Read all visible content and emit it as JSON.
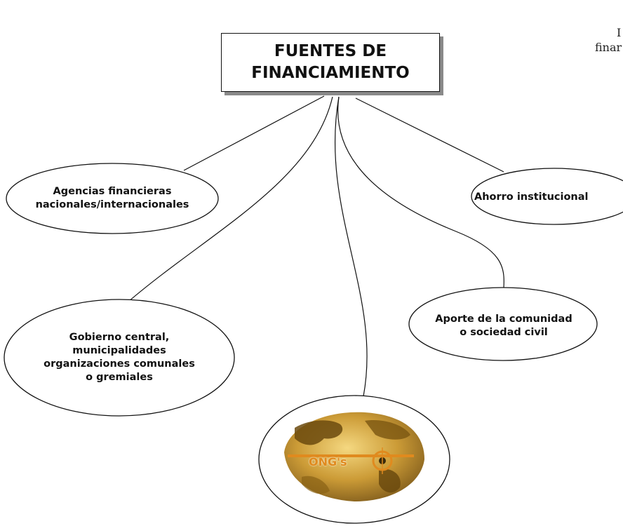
{
  "title": "FUENTES DE\nFINANCIAMIENTO",
  "nodes": {
    "agencias": "Agencias financieras\nnacionales/internacionales",
    "ahorro": "Ahorro institucional",
    "gobierno": "Gobierno central,\nmunicipalidades\norganizaciones comunales\no gremiales",
    "aporte": "Aporte de la comunidad\no sociedad civil",
    "ongs": "ONG's"
  },
  "margin_text": {
    "line1": "I",
    "line2": "finar"
  },
  "colors": {
    "gold": "#c9a227",
    "orange": "#e08a1e",
    "dark": "#111111"
  }
}
